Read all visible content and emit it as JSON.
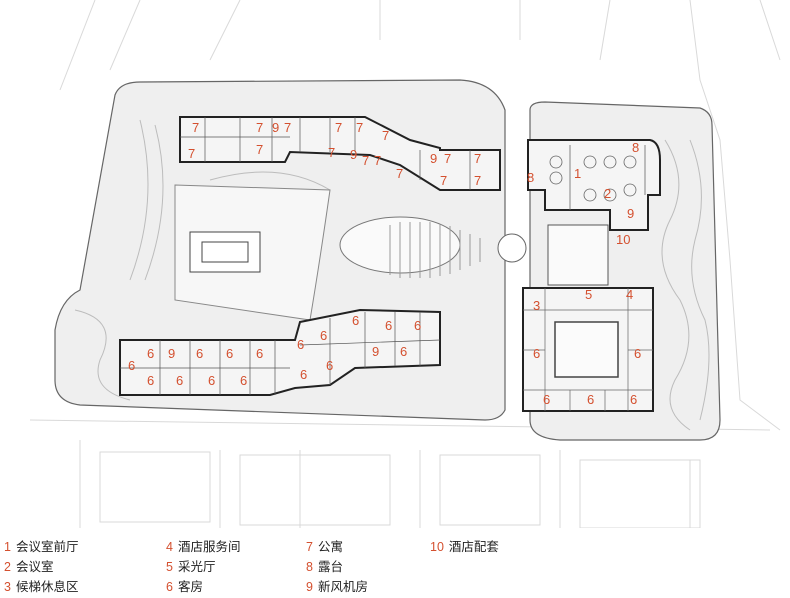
{
  "plan": {
    "room_labels": [
      "1",
      "2",
      "3",
      "4",
      "5",
      "6",
      "7",
      "8",
      "9",
      "10"
    ],
    "colors": {
      "accent": "#d4502f",
      "wall": "#222222",
      "building_fill": "#f4f4f4",
      "landscape": "#e6e6e6",
      "background_lines": "#d9d9d9"
    }
  },
  "legend": {
    "items": [
      {
        "num": "1",
        "text": "会议室前厅"
      },
      {
        "num": "2",
        "text": "会议室"
      },
      {
        "num": "3",
        "text": "候梯休息区"
      },
      {
        "num": "4",
        "text": "酒店服务间"
      },
      {
        "num": "5",
        "text": "采光厅"
      },
      {
        "num": "6",
        "text": "客房"
      },
      {
        "num": "7",
        "text": "公寓"
      },
      {
        "num": "8",
        "text": "露台"
      },
      {
        "num": "9",
        "text": "新风机房"
      },
      {
        "num": "10",
        "text": "酒店配套"
      }
    ]
  }
}
